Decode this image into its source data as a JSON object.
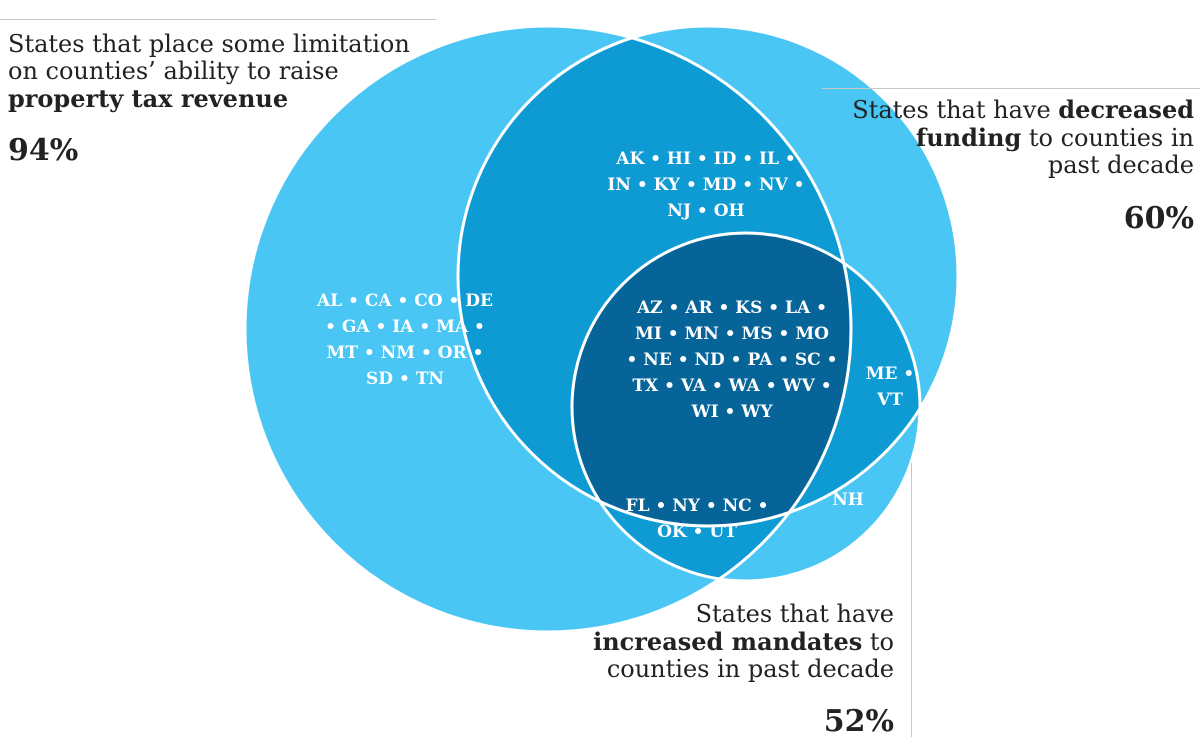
{
  "colors": {
    "light": "#4ac6f4",
    "medium": "#0e9ad3",
    "dark": "#076499",
    "outline": "#ffffff"
  },
  "labels": {
    "property_tax": {
      "line1": "States that place some limitation",
      "line2": "on counties’ ability to raise",
      "bold": "property tax revenue",
      "pct": "94%"
    },
    "funding": {
      "pre": "States that have ",
      "bold1": "decreased",
      "bold2": "funding",
      "post2": " to counties in",
      "line3": "past decade",
      "pct": "60%"
    },
    "mandates": {
      "line1": "States that have",
      "bold": "increased mandates",
      "post": " to",
      "line3": "counties in past decade",
      "pct": "52%"
    }
  },
  "regions": {
    "tax_only": [
      "AL • CA • CO • DE",
      "• GA • IA • MA •",
      "MT • NM • OR •",
      "SD • TN"
    ],
    "tax_funding": [
      "AK • HI • ID • IL •",
      "IN • KY • MD • NV •",
      "NJ • OH"
    ],
    "all_three": [
      "AZ • AR • KS • LA •",
      "MI • MN • MS • MO",
      "• NE • ND • PA • SC •",
      "TX • VA • WA • WV •",
      "WI • WY"
    ],
    "funding_mandates": [
      "ME •",
      "VT"
    ],
    "tax_mandates": [
      "FL • NY • NC •",
      "OK • UT"
    ],
    "mandates_only": [
      "NH"
    ]
  }
}
